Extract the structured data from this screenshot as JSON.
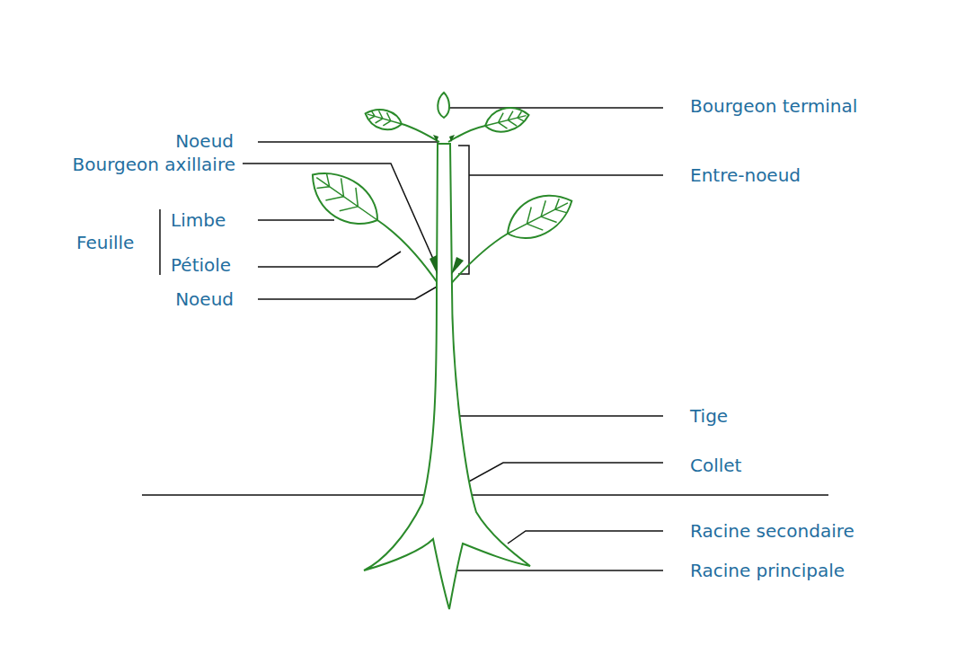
{
  "diagram": {
    "labels": [
      "Bourgeon terminal",
      "Noeud",
      "Bourgeon axillaire",
      "Entre-noeud",
      "Limbe",
      "Feuille",
      "Pétiole",
      "Noeud",
      "Tige",
      "Collet",
      "Racine secondaire",
      "Racine principale"
    ]
  }
}
